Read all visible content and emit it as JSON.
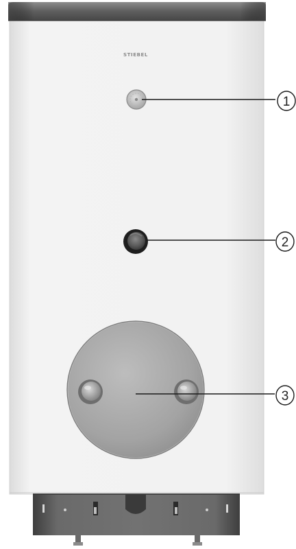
{
  "diagram": {
    "brand_label": "STIEBEL",
    "callouts": [
      {
        "number": "1"
      },
      {
        "number": "2"
      },
      {
        "number": "3"
      }
    ]
  },
  "colors": {
    "cylinder_body": "#f1f1f1",
    "top_cap": "#6f6f6f",
    "base": "#5c5c5c",
    "flange": "#a9a9a9",
    "callout_line": "#1a1a1a"
  }
}
